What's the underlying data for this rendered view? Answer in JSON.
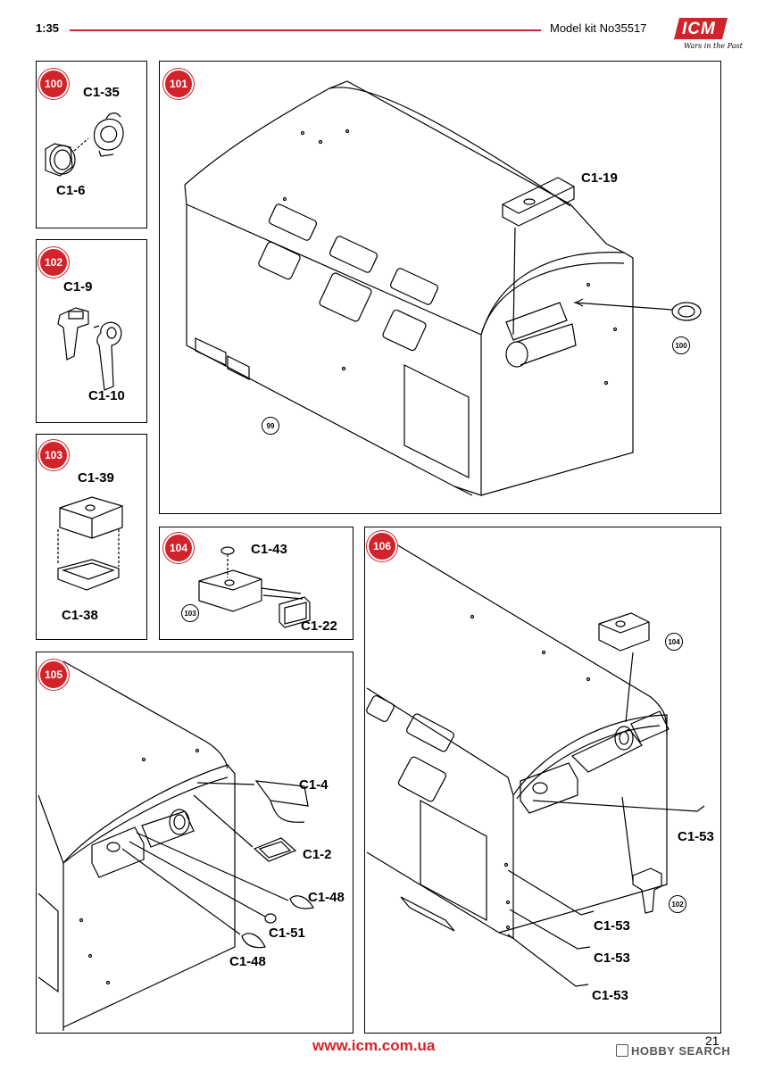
{
  "header": {
    "scale": "1:35",
    "kit": "Model kit No35517",
    "brand": "ICM",
    "brand_tagline": "Wars in the Past"
  },
  "steps": [
    {
      "number": "100",
      "parts": [
        "C1-35",
        "C1-6"
      ]
    },
    {
      "number": "101",
      "parts": [
        "C1-19"
      ],
      "refs": [
        "100",
        "99"
      ]
    },
    {
      "number": "102",
      "parts": [
        "C1-9",
        "C1-10"
      ]
    },
    {
      "number": "103",
      "parts": [
        "C1-39",
        "C1-38"
      ]
    },
    {
      "number": "104",
      "parts": [
        "C1-43",
        "C1-22"
      ],
      "refs": [
        "103"
      ]
    },
    {
      "number": "105",
      "parts": [
        "C1-4",
        "C1-2",
        "C1-48",
        "C1-51",
        "C1-48"
      ]
    },
    {
      "number": "106",
      "parts": [
        "C1-53",
        "C1-53",
        "C1-53",
        "C1-53"
      ],
      "refs": [
        "104",
        "102"
      ]
    }
  ],
  "footer": {
    "url": "www.icm.com.ua",
    "page": "21",
    "watermark": "HOBBY SEARCH"
  },
  "colors": {
    "accent": "#d2232a"
  }
}
